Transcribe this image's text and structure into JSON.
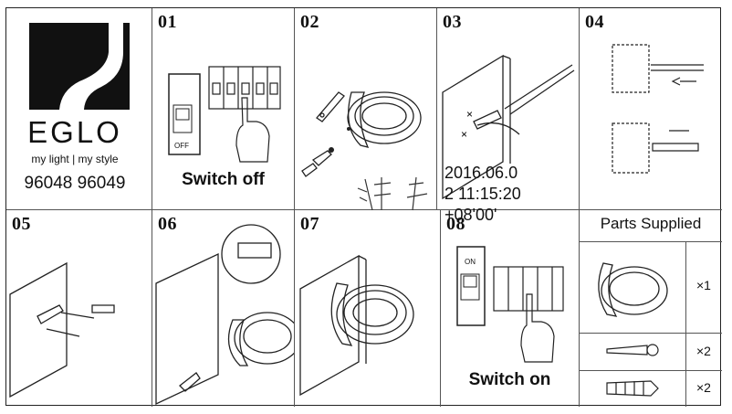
{
  "brand": {
    "name": "EGLO",
    "tagline": "my light | my style",
    "models": "96048 96049"
  },
  "steps": [
    {
      "number": "01",
      "caption": "Switch off",
      "switch_label": "OFF"
    },
    {
      "number": "02"
    },
    {
      "number": "03"
    },
    {
      "number": "04"
    },
    {
      "number": "05"
    },
    {
      "number": "06"
    },
    {
      "number": "07"
    },
    {
      "number": "08",
      "caption": "Switch on",
      "switch_label": "ON"
    }
  ],
  "parts": {
    "title": "Parts Supplied",
    "items": [
      {
        "icon": "lamp-icon",
        "quantity": "×1"
      },
      {
        "icon": "screw-icon",
        "quantity": "×2"
      },
      {
        "icon": "wall-plug-icon",
        "quantity": "×2"
      }
    ]
  },
  "overlay": {
    "timestamp_line1": "2016.06.0",
    "timestamp_line2": "2 11:15:20",
    "timestamp_line3": "+08'00'"
  }
}
